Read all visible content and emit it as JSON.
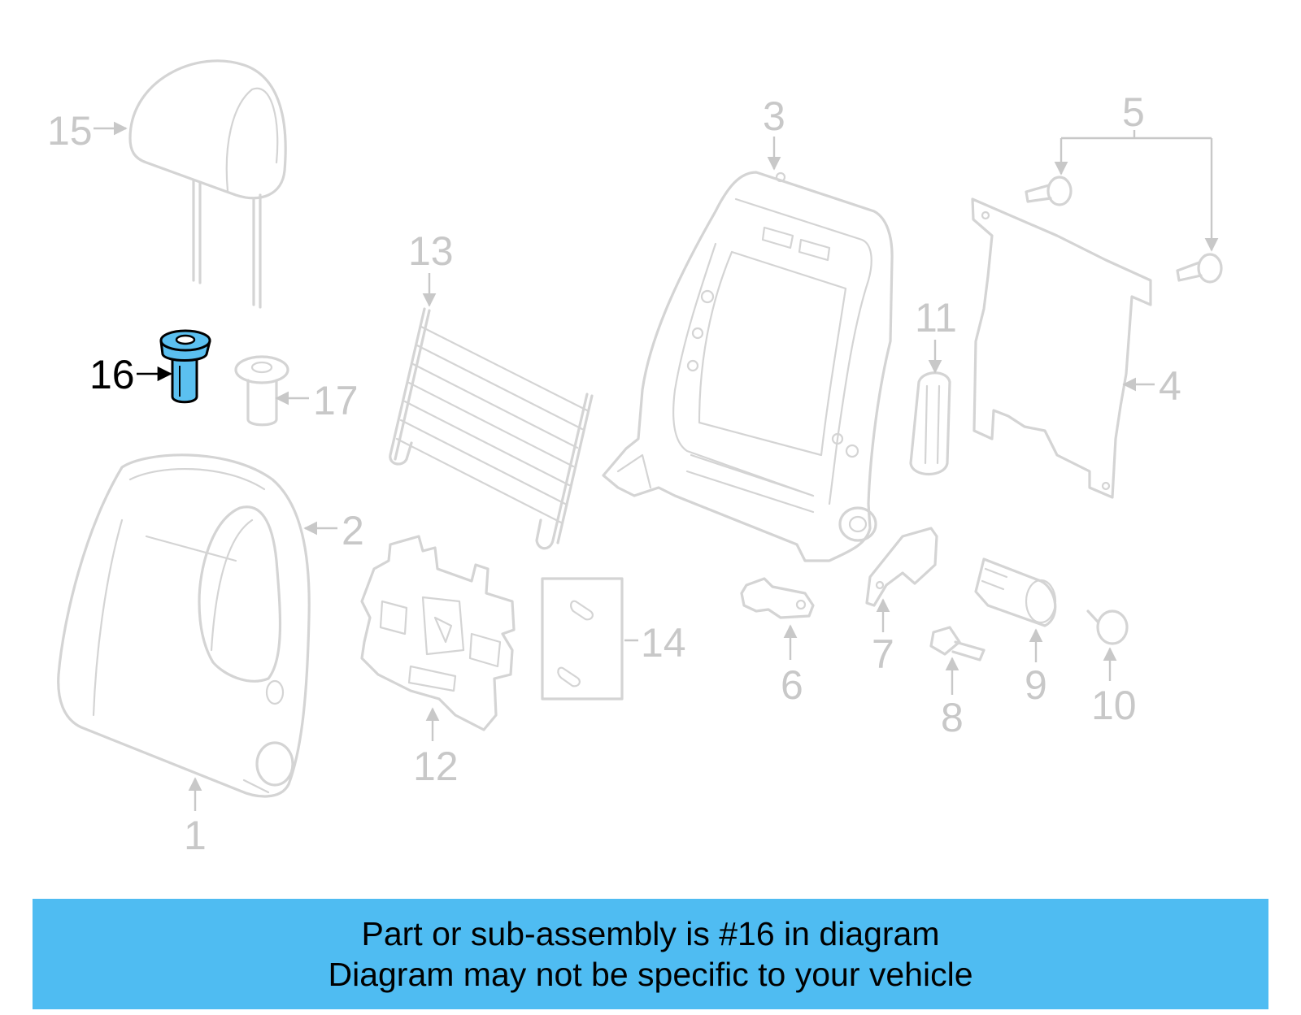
{
  "diagram": {
    "highlighted_part": "16",
    "highlight_color": "#5bc0f0",
    "line_color": "#d4d4d4",
    "callouts": [
      "1",
      "2",
      "3",
      "4",
      "5",
      "6",
      "7",
      "8",
      "9",
      "10",
      "11",
      "12",
      "13",
      "14",
      "15",
      "16",
      "17"
    ]
  },
  "banner": {
    "line1": "Part or sub-assembly is #16 in diagram",
    "line2": "Diagram may not be specific to your vehicle",
    "background": "#4fbcf2"
  }
}
